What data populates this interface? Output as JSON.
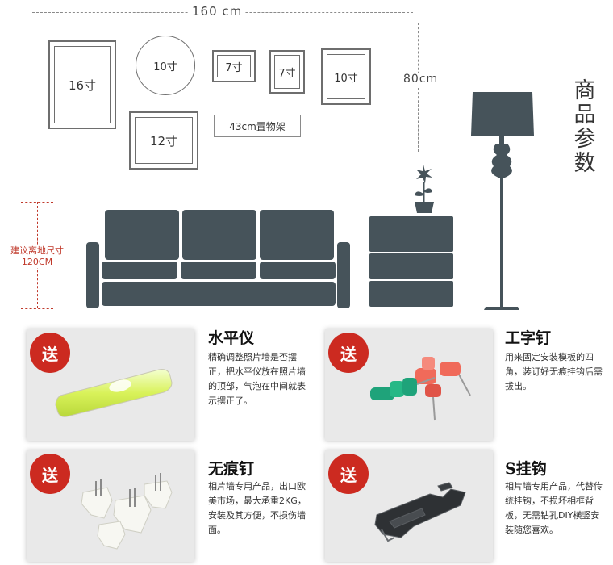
{
  "dimensions": {
    "width_label": "160 cm",
    "height_label": "80cm"
  },
  "frames": {
    "f16": "16寸",
    "f10a": "10寸",
    "f7a": "7寸",
    "f7b": "7寸",
    "f10b": "10寸",
    "f12": "12寸",
    "shelf": "43cm置物架"
  },
  "side_title": [
    "商",
    "品",
    "参",
    "数"
  ],
  "hang_height": {
    "line1": "建议离地尺寸",
    "line2": "120CM"
  },
  "colors": {
    "furniture": "#46535a",
    "badge": "#cc2a20",
    "hang_label": "#c0392b"
  },
  "products": [
    {
      "badge": "送",
      "title": "水平仪",
      "desc": "精确调整照片墙是否摆正，把水平仪放在照片墙的顶部，气泡在中间就表示摆正了。"
    },
    {
      "badge": "送",
      "title": "工字钉",
      "desc": "用来固定安装模板的四角，装订好无痕挂钩后需拔出。"
    },
    {
      "badge": "送",
      "title": "无痕钉",
      "desc": "相片墙专用产品，出口欧美市场，最大承重2KG，安装及其方便，不损伤墙面。"
    },
    {
      "badge": "送",
      "title": "S挂钩",
      "desc": "相片墙专用产品，代替传统挂钩，不损坏相框背板，无需钻孔DIY横竖安装随您喜欢。"
    }
  ]
}
